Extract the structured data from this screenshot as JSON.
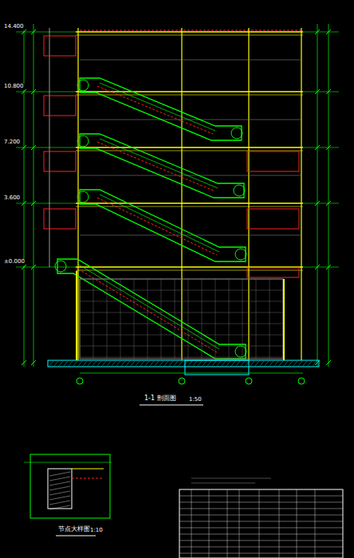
{
  "diagram": {
    "labels": [
      "14.400",
      "10.800",
      "7.200",
      "3.600",
      "±0.000",
      "1-1 剖面图",
      "1:50",
      "节点大样图",
      "1:10"
    ]
  }
}
